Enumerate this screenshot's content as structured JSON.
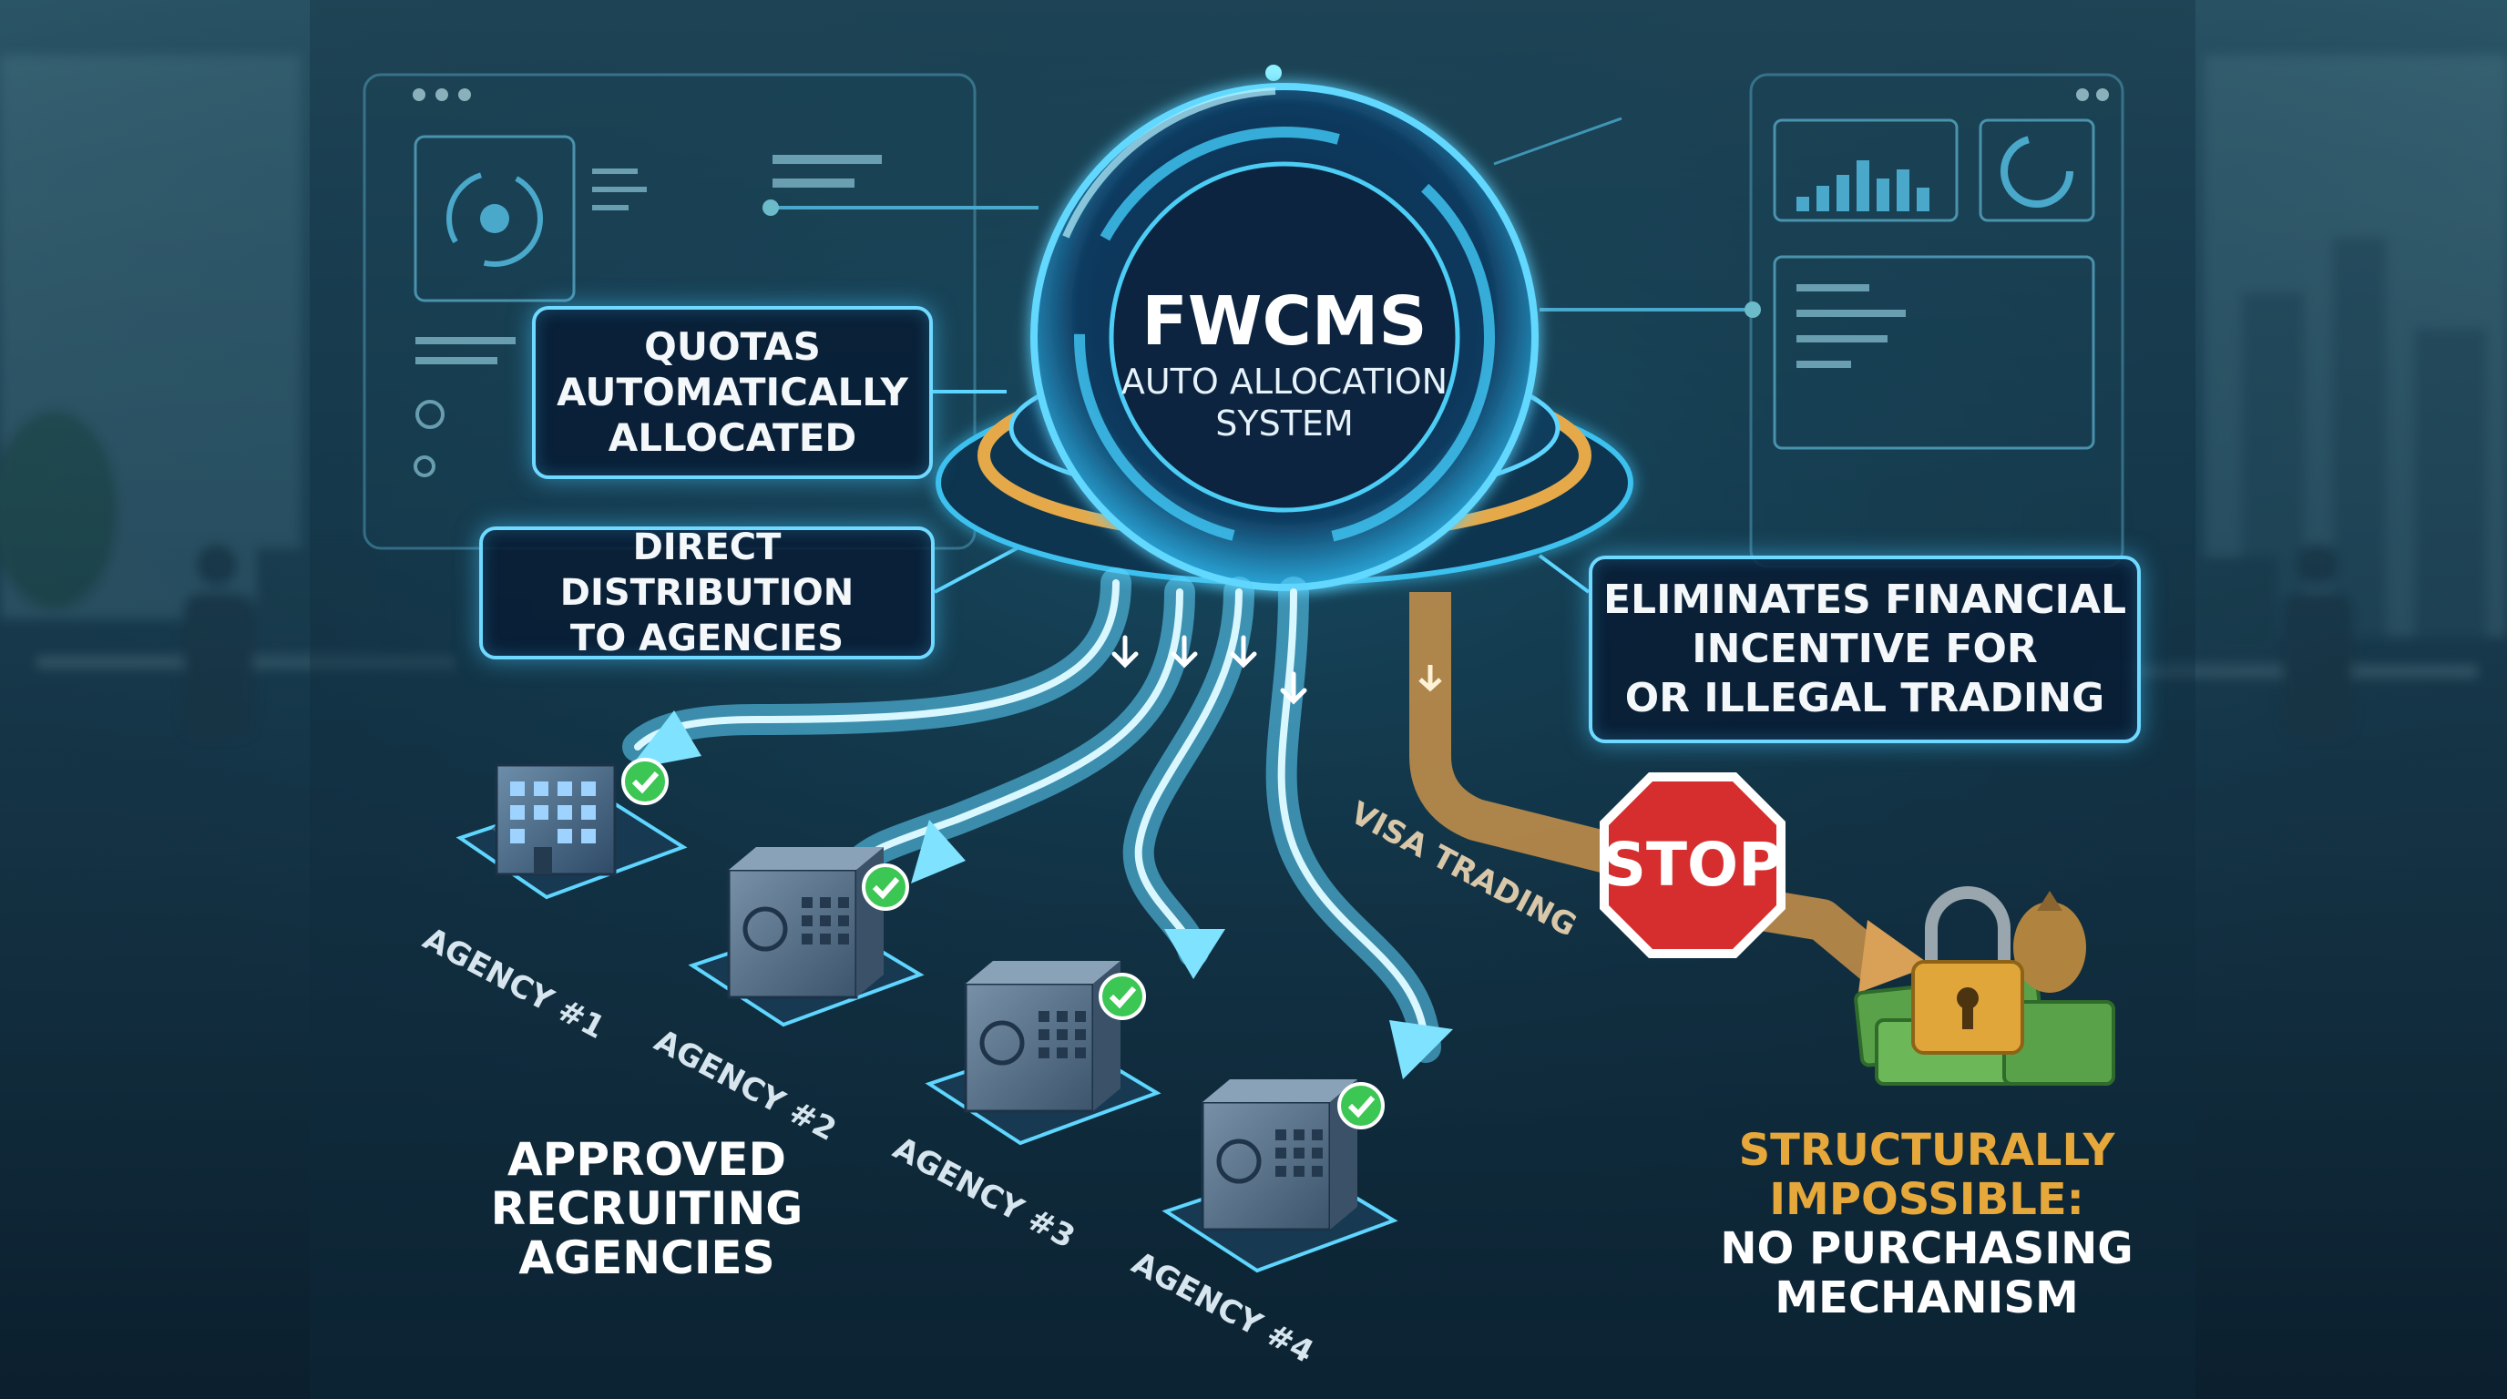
{
  "hub": {
    "title": "FWCMS",
    "subtitle_line1": "AUTO ALLOCATION",
    "subtitle_line2": "SYSTEM"
  },
  "callouts": {
    "quotas": "QUOTAS\nAUTOMATICALLY\nALLOCATED",
    "direct": "DIRECT DISTRIBUTION\nTO AGENCIES",
    "eliminates": "ELIMINATES FINANCIAL\nINCENTIVE FOR\nOR ILLEGAL TRADING"
  },
  "agencies": [
    "AGENCY #1",
    "AGENCY #2",
    "AGENCY #3",
    "AGENCY #4"
  ],
  "approved_label": "APPROVED\nRECRUITING\nAGENCIES",
  "visa_trading_label": "VISA TRADING",
  "stop_sign": "STOP",
  "outcome": {
    "highlight": "STRUCTURALLY\nIMPOSSIBLE:",
    "detail": "NO PURCHASING\nMECHANISM"
  },
  "colors": {
    "accent": "#5fd6ff",
    "gold": "#e6a83a",
    "stop_red": "#d62e2e",
    "check_green": "#3cc653"
  }
}
